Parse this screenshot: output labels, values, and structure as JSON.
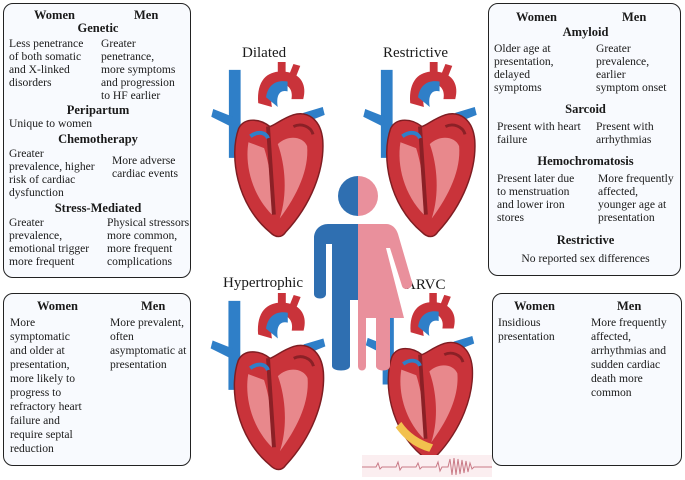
{
  "labels": {
    "dilated": "Dilated",
    "restrictive": "Restrictive",
    "hypertrophic": "Hypertrophic",
    "arvc": "ARVC"
  },
  "dilated_box": {
    "women": "Women",
    "men": "Men",
    "genetic_title": "Genetic",
    "genetic_women": [
      "Less penetrance",
      "of both somatic",
      "and X-linked",
      "disorders"
    ],
    "genetic_men": [
      "Greater",
      "penetrance,",
      "more symptoms",
      "and progression",
      "to HF earlier"
    ],
    "peripartum_title": "Peripartum",
    "peripartum_text": "Unique to women",
    "chemo_title": "Chemotherapy",
    "chemo_women": [
      "Greater",
      "prevalence, higher",
      "risk of cardiac",
      "dysfunction"
    ],
    "chemo_men": [
      "More adverse",
      "cardiac events"
    ],
    "stress_title": "Stress-Mediated",
    "stress_women": [
      "Greater",
      "prevalence,",
      "emotional trigger",
      "more frequent"
    ],
    "stress_men": [
      "Physical stressors",
      "more common,",
      "more frequent",
      "complications"
    ]
  },
  "restrictive_box": {
    "women": "Women",
    "men": "Men",
    "amyloid_title": "Amyloid",
    "amyloid_women": [
      "Older age at",
      "presentation,",
      "delayed",
      "symptoms"
    ],
    "amyloid_men": [
      "Greater",
      "prevalence,",
      "earlier",
      "symptom onset"
    ],
    "sarcoid_title": "Sarcoid",
    "sarcoid_women": [
      "Present with heart",
      "failure"
    ],
    "sarcoid_men": [
      "Present with",
      "arrhythmias"
    ],
    "hemo_title": "Hemochromatosis",
    "hemo_women": [
      "Present later due",
      "to menstruation",
      "and lower iron",
      "stores"
    ],
    "hemo_men": [
      "More frequently",
      "affected,",
      "younger age at",
      "presentation"
    ],
    "restr_title": "Restrictive",
    "restr_text": "No reported sex differences"
  },
  "hypertrophic_box": {
    "women": "Women",
    "men": "Men",
    "women_text": [
      "More",
      "symptomatic",
      "and older at",
      "presentation,",
      "more likely to",
      "progress to",
      "refractory heart",
      "failure and",
      "require septal",
      "reduction"
    ],
    "men_text": [
      "More prevalent,",
      "often",
      "asymptomatic at",
      "presentation"
    ]
  },
  "arvc_box": {
    "women": "Women",
    "men": "Men",
    "women_text": [
      "Insidious",
      "presentation"
    ],
    "men_text": [
      "More frequently",
      "affected,",
      "arrhythmias and",
      "sudden cardiac",
      "death more",
      "common"
    ]
  },
  "colors": {
    "male_blue": "#2f6fb1",
    "female_pink": "#e9909c",
    "heart_red": "#c9333a",
    "vessel_blue": "#2f7fc8",
    "highlight_yellow": "#f2c14e"
  }
}
